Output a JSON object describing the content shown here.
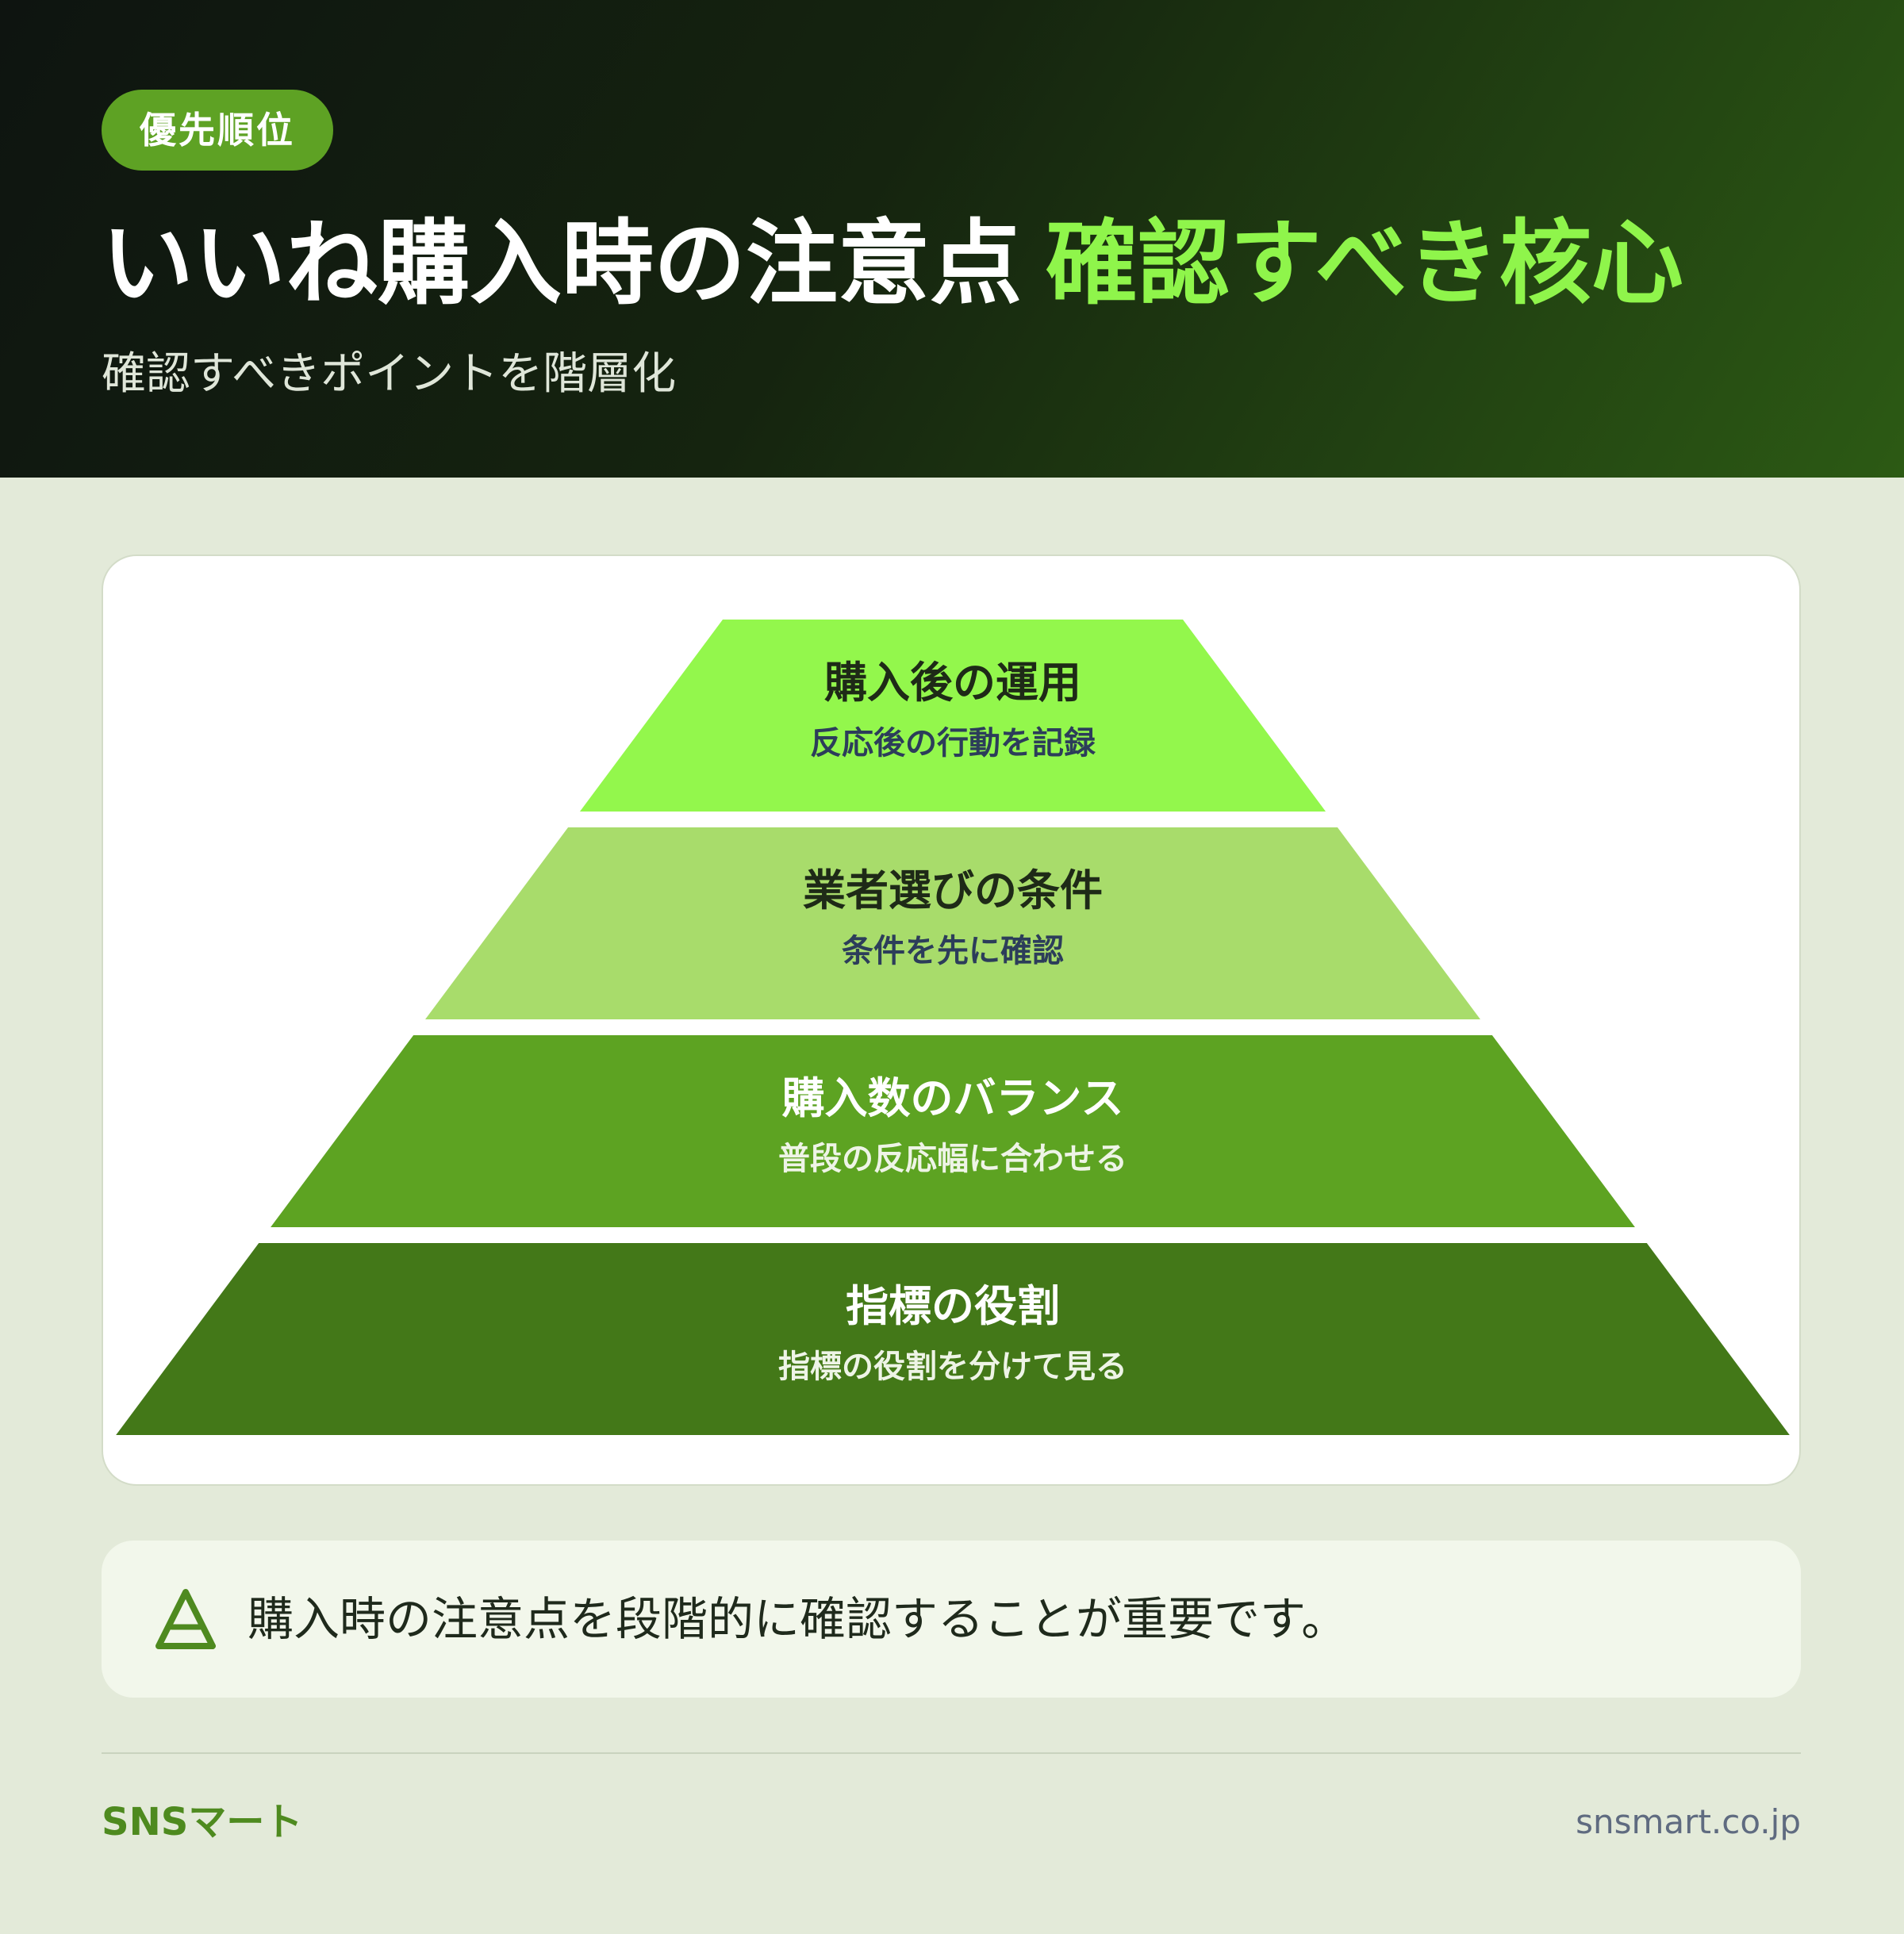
{
  "header": {
    "badge": "優先順位",
    "title_main": "いいね購入時の注意点",
    "title_accent": "確認すべき核心",
    "subtitle": "確認すべきポイントを階層化"
  },
  "pyramid": {
    "tiers": [
      {
        "title": "購入後の運用",
        "desc": "反応後の行動を記録",
        "fill": "#93f74c",
        "text_color": "#1e2a17",
        "desc_color": "#2c3d5a"
      },
      {
        "title": "業者選びの条件",
        "desc": "条件を先に確認",
        "fill": "#a8dc6b",
        "text_color": "#1e2a17",
        "desc_color": "#2c3d5a"
      },
      {
        "title": "購入数のバランス",
        "desc": "普段の反応幅に合わせる",
        "fill": "#5da322",
        "text_color": "#ffffff",
        "desc_color": "#eef4e6"
      },
      {
        "title": "指標の役割",
        "desc": "指標の役割を分けて見る",
        "fill": "#437818",
        "text_color": "#ffffff",
        "desc_color": "#eef4e6"
      }
    ]
  },
  "note": {
    "icon": "pyramid-icon",
    "text": "購入時の注意点を段階的に確認することが重要です。"
  },
  "footer": {
    "brand": "SNSマート",
    "site": "snsmart.co.jp"
  },
  "colors": {
    "accent": "#8ff54b",
    "badge": "#5ea224",
    "brand": "#4e8a1f"
  }
}
